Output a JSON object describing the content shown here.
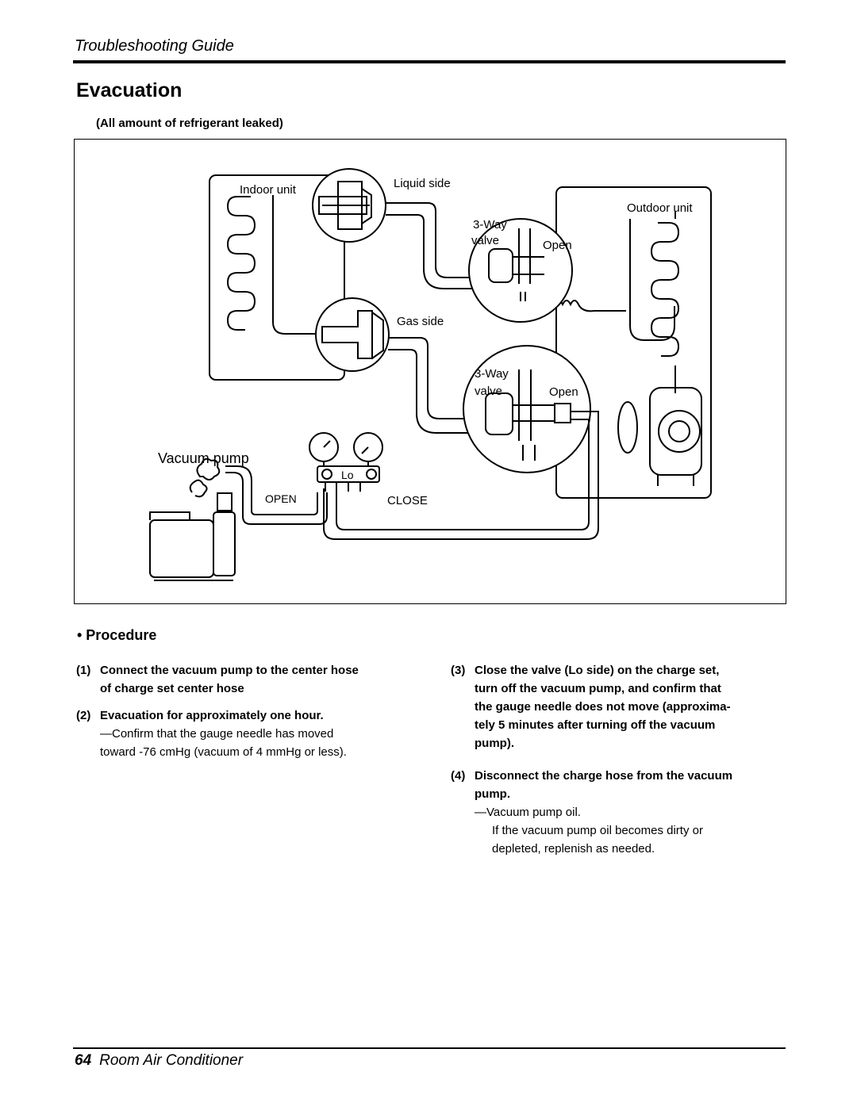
{
  "header": {
    "title": "Troubleshooting Guide"
  },
  "section": {
    "title": "Evacuation",
    "subheading": "(All amount of refrigerant leaked)"
  },
  "diagram": {
    "indoor_unit": "Indoor unit",
    "outdoor_unit": "Outdoor unit",
    "liquid_side": "Liquid side",
    "gas_side": "Gas side",
    "way_label": "3-Way",
    "valve_label": "valve",
    "open_label": "Open",
    "vacuum_pump": "Vacuum pump",
    "manifold_lo": "Lo",
    "manifold_open": "OPEN",
    "manifold_close": "CLOSE"
  },
  "procedure": {
    "title": "• Procedure",
    "steps": [
      {
        "num": "(1)",
        "lines": [
          "Connect the vacuum pump to the center hose",
          "of charge set center hose"
        ]
      },
      {
        "num": "(2)",
        "lines": [
          "Evacuation for approximately one hour."
        ],
        "note": [
          "—Confirm that the gauge needle has moved",
          "toward -76 cmHg (vacuum of 4 mmHg or less)."
        ]
      },
      {
        "num": "(3)",
        "lines": [
          "Close the valve (Lo side) on the charge set,",
          "turn off the vacuum pump, and confirm that",
          "the gauge needle does not move (approxima-",
          "tely 5 minutes after turning off the vacuum",
          "pump)."
        ]
      },
      {
        "num": "(4)",
        "lines": [
          "Disconnect the charge hose from the vacuum",
          "pump."
        ],
        "note": [
          "—Vacuum pump oil.",
          "If the vacuum pump oil becomes dirty or",
          "depleted, replenish as needed."
        ]
      }
    ]
  },
  "footer": {
    "page_number": "64",
    "title": "Room Air Conditioner"
  }
}
